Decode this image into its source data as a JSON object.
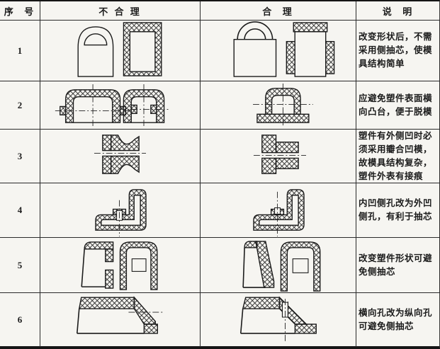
{
  "header": {
    "serial": "序  号",
    "unreasonable": "不 合 理",
    "reasonable": "合  理",
    "note": "说  明"
  },
  "rows": [
    {
      "no": "1",
      "note": "改变形状后，不需采用侧抽芯，使模具结构简单"
    },
    {
      "no": "2",
      "note": "应避免塑件表面横向凸台，便于脱模"
    },
    {
      "no": "3",
      "note": "塑件有外侧凹时必须采用瓣合凹模，故模具结构复杂，塑件外表有接痕"
    },
    {
      "no": "4",
      "note": "内凹侧孔改为外凹侧孔，有利于抽芯"
    },
    {
      "no": "5",
      "note": "改变塑件形状可避免侧抽芯"
    },
    {
      "no": "6",
      "note": "横向孔改为纵向孔可避免侧抽芯"
    }
  ],
  "figures": {
    "row1_bad": "dome-part-with-side-recess-front-view-and-hatched-section",
    "row1_good": "dome-part-redesigned-front-view-and-hatched-section",
    "row2_bad": "cap-sections-with-external-side-bosses",
    "row2_good": "cap-section-with-bottom-flange",
    "row3_bad": "spool-section-with-external-undercut",
    "row3_good": "flanged-bushing-section",
    "row4_bad": "angle-section-with-inner-side-hole-boss",
    "row4_good": "angle-section-with-outer-side-hole-boss",
    "row5_bad": "shell-section-with-side-hole-and-front-view",
    "row5_good": "wedge-shell-section-and-front-view",
    "row6_bad": "stepped-section-with-horizontal-hole",
    "row6_good": "stepped-section-with-vertical-hole"
  },
  "colors": {
    "paper": "#f6f5f1",
    "ink": "#1b1b1b"
  }
}
